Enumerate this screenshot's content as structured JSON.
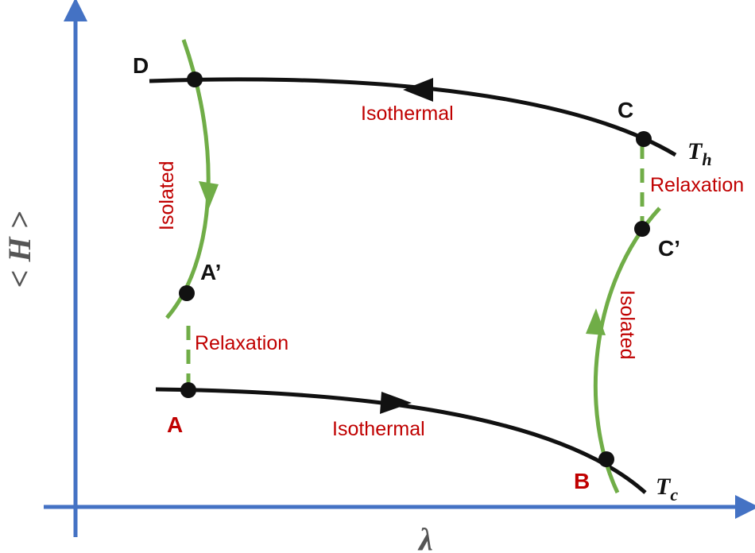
{
  "axes": {
    "x_label": "λ",
    "y_label": "< H >",
    "color": "#4472c4"
  },
  "points": {
    "A": "A",
    "A_prime": "A’",
    "B": "B",
    "C": "C",
    "C_prime": "C’",
    "D": "D"
  },
  "temperatures": {
    "hot_base": "T",
    "hot_sub": "h",
    "cold_base": "T",
    "cold_sub": "c"
  },
  "process_labels": {
    "isothermal_top": "Isothermal",
    "isothermal_bottom": "Isothermal",
    "isolated_left": "Isolated",
    "isolated_right": "Isolated",
    "relaxation_left": "Relaxation",
    "relaxation_right": "Relaxation"
  },
  "colors": {
    "isotherm": "#111111",
    "adiabat": "#70ad47",
    "label_red": "#c00000"
  }
}
